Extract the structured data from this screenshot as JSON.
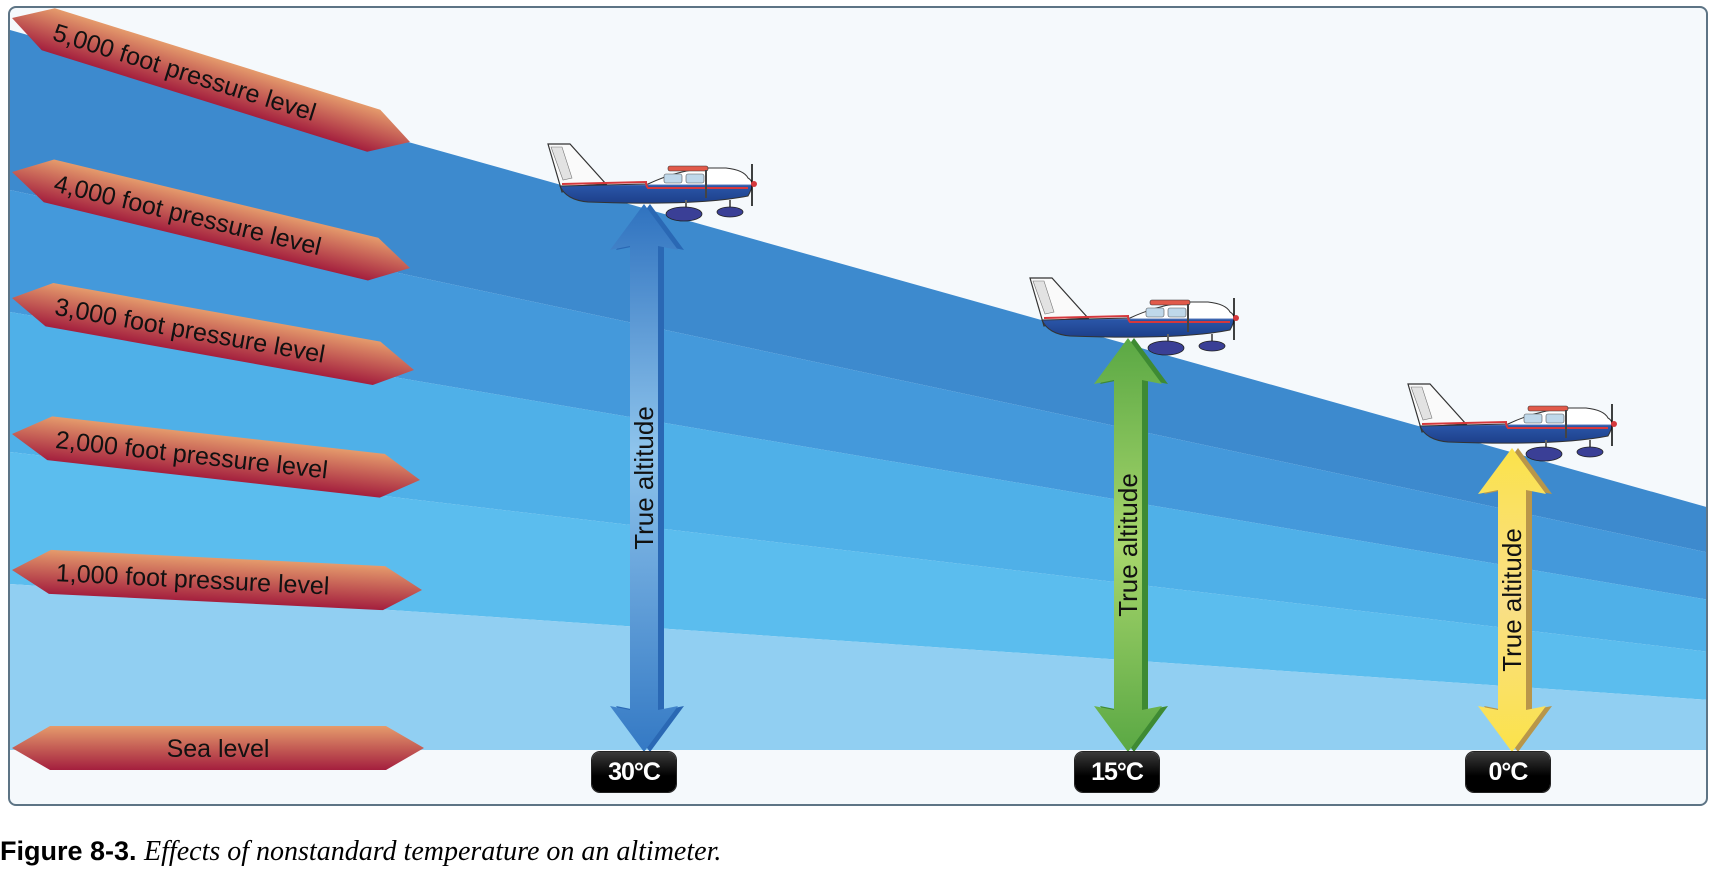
{
  "figure": {
    "number": "Figure 8-3.",
    "title": "Effects of nonstandard temperature on an altimeter."
  },
  "pressure_levels": [
    {
      "label": "5,000 foot pressure level",
      "feet": 5000
    },
    {
      "label": "4,000 foot pressure level",
      "feet": 4000
    },
    {
      "label": "3,000 foot pressure level",
      "feet": 3000
    },
    {
      "label": "2,000 foot pressure level",
      "feet": 2000
    },
    {
      "label": "1,000 foot pressure level",
      "feet": 1000
    },
    {
      "label": "Sea level",
      "feet": 0
    }
  ],
  "columns": [
    {
      "temperature": "30°C",
      "arrow_label": "True altitude",
      "arrow_color": "#3a7fc8",
      "aircraft": "airplane-icon"
    },
    {
      "temperature": "15°C",
      "arrow_label": "True altitude",
      "arrow_color": "#6ab24a",
      "aircraft": "airplane-icon"
    },
    {
      "temperature": "0°C",
      "arrow_label": "True altitude",
      "arrow_color": "#f6dc5a",
      "aircraft": "airplane-icon"
    }
  ],
  "colors": {
    "sky": "#f5f9fc",
    "band_5000": "#3d8ace",
    "band_4000": "#4499db",
    "band_3000": "#4fb0e8",
    "band_2000": "#5bbdee",
    "band_1000": "#91cff2",
    "label_top": "#e2956a",
    "label_bottom": "#a8223e"
  }
}
